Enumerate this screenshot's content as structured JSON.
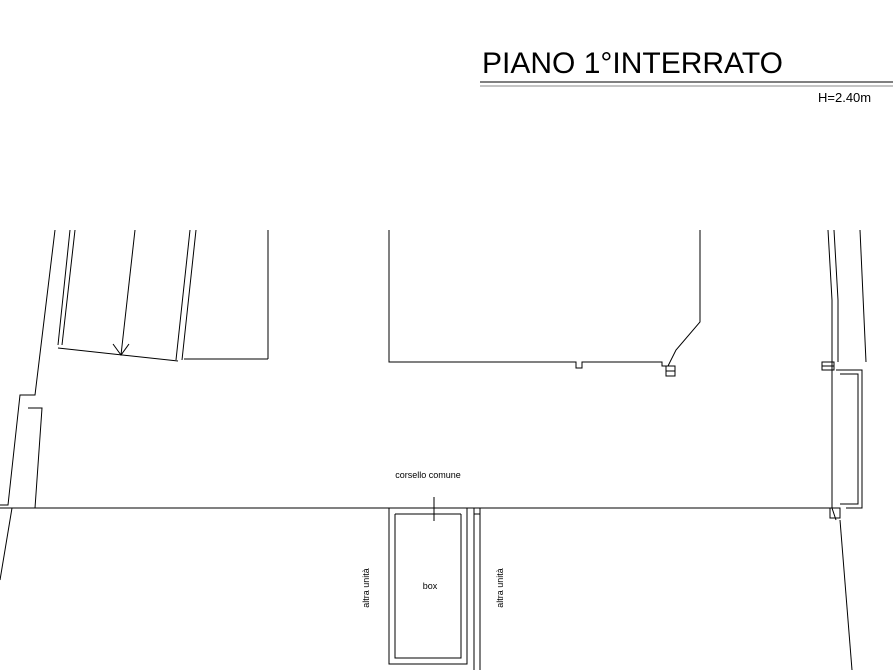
{
  "header": {
    "title": "PIANO 1°INTERRATO",
    "height": "H=2.40m"
  },
  "labels": {
    "corridor": "corsello comune",
    "box": "box",
    "other_unit_left": "altra unità",
    "other_unit_right": "altra unità"
  }
}
